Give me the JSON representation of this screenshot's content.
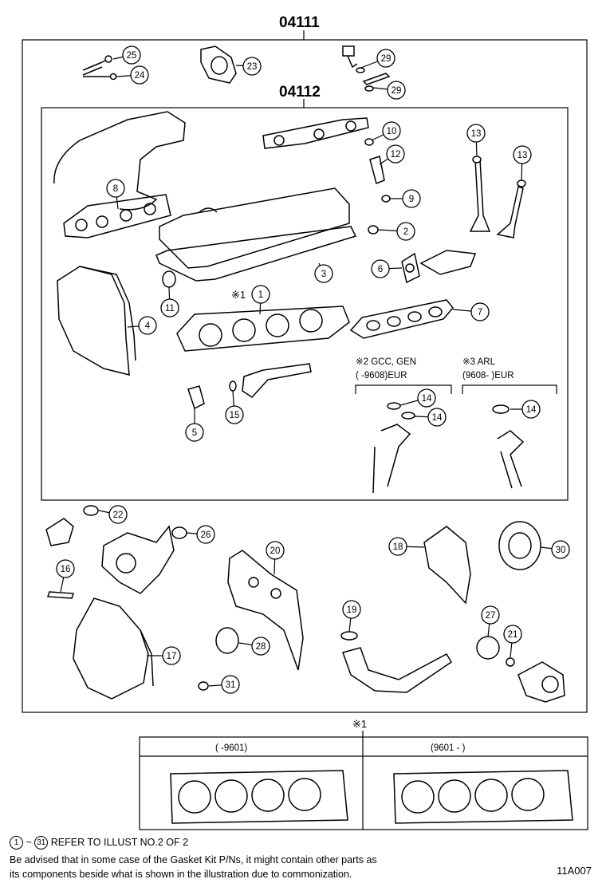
{
  "diagram": {
    "kit_outer": "04111",
    "kit_inner": "04112",
    "callouts": [
      "25",
      "24",
      "23",
      "29",
      "29",
      "10",
      "12",
      "13",
      "13",
      "9",
      "8",
      "2",
      "3",
      "6",
      "11",
      "4",
      "1",
      "7",
      "14",
      "14",
      "14",
      "5",
      "15",
      "22",
      "26",
      "20",
      "18",
      "30",
      "16",
      "19",
      "27",
      "21",
      "17",
      "28",
      "31"
    ],
    "note_mark_1": "※1",
    "variant_2_line1": "※2  GCC, GEN",
    "variant_2_line2": "(        -9608)EUR",
    "variant_3_line1": "※3  ARL",
    "variant_3_line2": "(9608-         )EUR",
    "table_mark": "※1",
    "table_col_left": "(       -9601)",
    "table_col_right": "(9601 -        )"
  },
  "footer": {
    "ref_start": "1",
    "ref_tilde": "~",
    "ref_end": "31",
    "ref_text": "REFER TO ILLUST NO.2 OF 2",
    "advisory_line1": "Be advised that in some case of the Gasket Kit P/Ns,  it might contain other parts as",
    "advisory_line2": "its components beside what is shown in the illustration due to commonization.",
    "illustration_code": "11A007"
  }
}
